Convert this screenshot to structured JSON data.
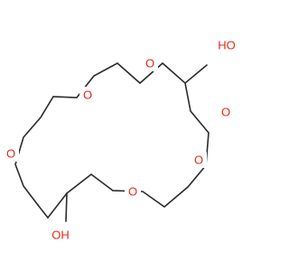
{
  "molecule": {
    "atoms": [
      {
        "id": "oh_top",
        "label": "HO"
      },
      {
        "id": "o1",
        "label": "O"
      },
      {
        "id": "o2",
        "label": "O"
      },
      {
        "id": "o3",
        "label": "O"
      },
      {
        "id": "o4",
        "label": "O"
      },
      {
        "id": "o5",
        "label": "O"
      },
      {
        "id": "o6",
        "label": "O"
      },
      {
        "id": "oh_bottom",
        "label": "OH"
      }
    ],
    "colors": {
      "oxygen": "#e8261b",
      "bond": "#2b2b2b"
    }
  }
}
